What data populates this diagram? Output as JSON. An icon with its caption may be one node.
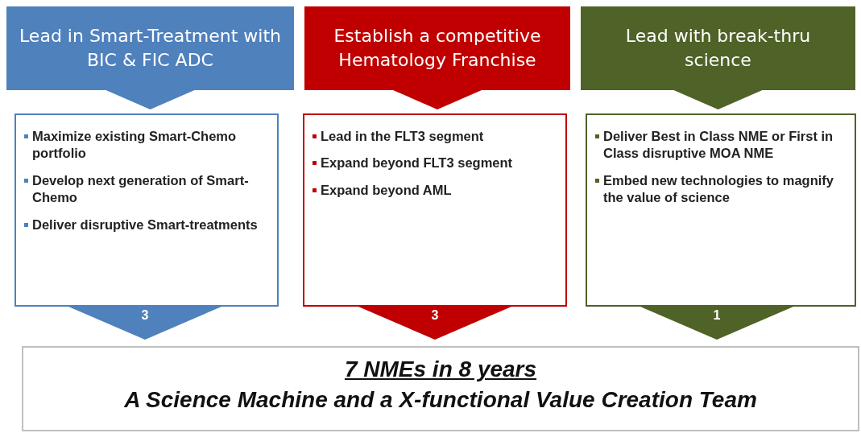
{
  "diagram": {
    "nodes": [
      {
        "text": [
          "Lead in Smart-Treatment with BIC & FIC ADC"
        ]
      },
      {
        "text": [
          "Establish a competitive Hematology Franchise"
        ]
      },
      {
        "text": [
          "Lead with break-thru science"
        ]
      },
      {
        "text": [
          "Maximize existing Smart-Chemo portfolio",
          "Develop next generation of Smart-Chemo",
          "Deliver disruptive Smart-treatments"
        ]
      },
      {
        "text": [
          "Lead in the FLT3 segment",
          "Expand beyond FLT3 segment",
          "Expand beyond AML"
        ]
      },
      {
        "text": [
          "Deliver Best in Class NME or First in Class disruptive MOA NME",
          "Embed new technologies to magnify the value of science"
        ]
      },
      {
        "text": [
          "3"
        ]
      },
      {
        "text": [
          "3"
        ]
      },
      {
        "text": [
          "1"
        ]
      },
      {
        "text": [
          "7 NMEs in 8 years",
          "A Science Machine and a X-functional Value Creation Team"
        ]
      }
    ]
  }
}
